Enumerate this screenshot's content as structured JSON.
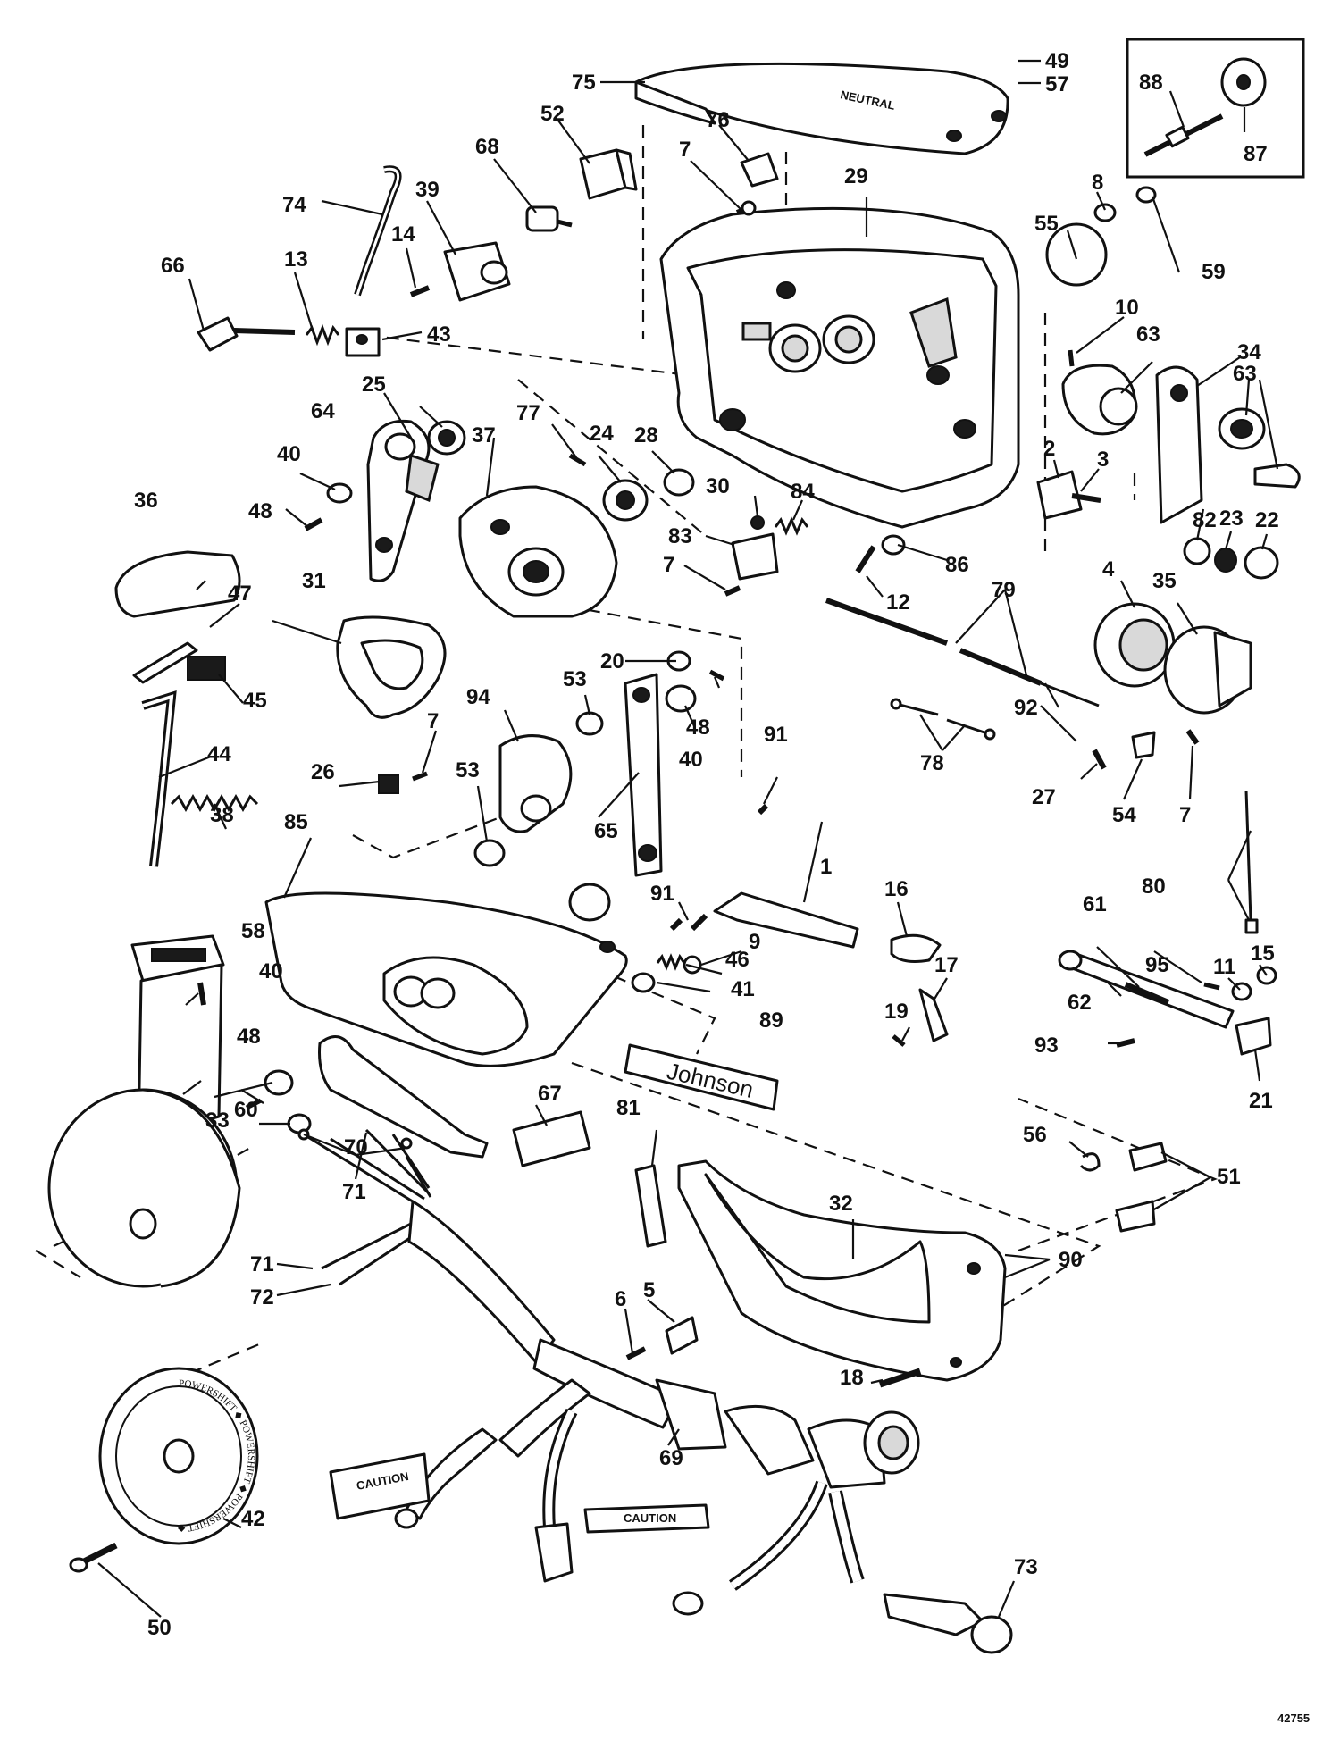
{
  "callouts": [
    "1",
    "2",
    "3",
    "4",
    "5",
    "6",
    "7",
    "8",
    "9",
    "10",
    "11",
    "12",
    "13",
    "14",
    "15",
    "16",
    "17",
    "18",
    "19",
    "20",
    "21",
    "22",
    "23",
    "24",
    "25",
    "26",
    "27",
    "28",
    "29",
    "30",
    "31",
    "32",
    "33",
    "34",
    "35",
    "36",
    "37",
    "38",
    "39",
    "40",
    "41",
    "42",
    "43",
    "44",
    "45",
    "46",
    "47",
    "48",
    "49",
    "50",
    "51",
    "52",
    "53",
    "54",
    "55",
    "56",
    "57",
    "58",
    "59",
    "60",
    "61",
    "62",
    "63",
    "64",
    "65",
    "66",
    "67",
    "68",
    "69",
    "70",
    "71",
    "72",
    "73",
    "74",
    "75",
    "76",
    "77",
    "78",
    "79",
    "80",
    "81",
    "82",
    "83",
    "84",
    "85",
    "86",
    "87",
    "88",
    "89",
    "90",
    "91",
    "92",
    "93",
    "94",
    "95"
  ],
  "labels": {
    "brand_plate": "Johnson",
    "caution_1": "CAUTION",
    "caution_2": "CAUTION",
    "cover_mark": "NEUTRAL",
    "hub_ring": "POWERSHIFT ◆ POWERSHIFT ◆ POWERSHIFT ◆",
    "drawing_number": "42755"
  }
}
